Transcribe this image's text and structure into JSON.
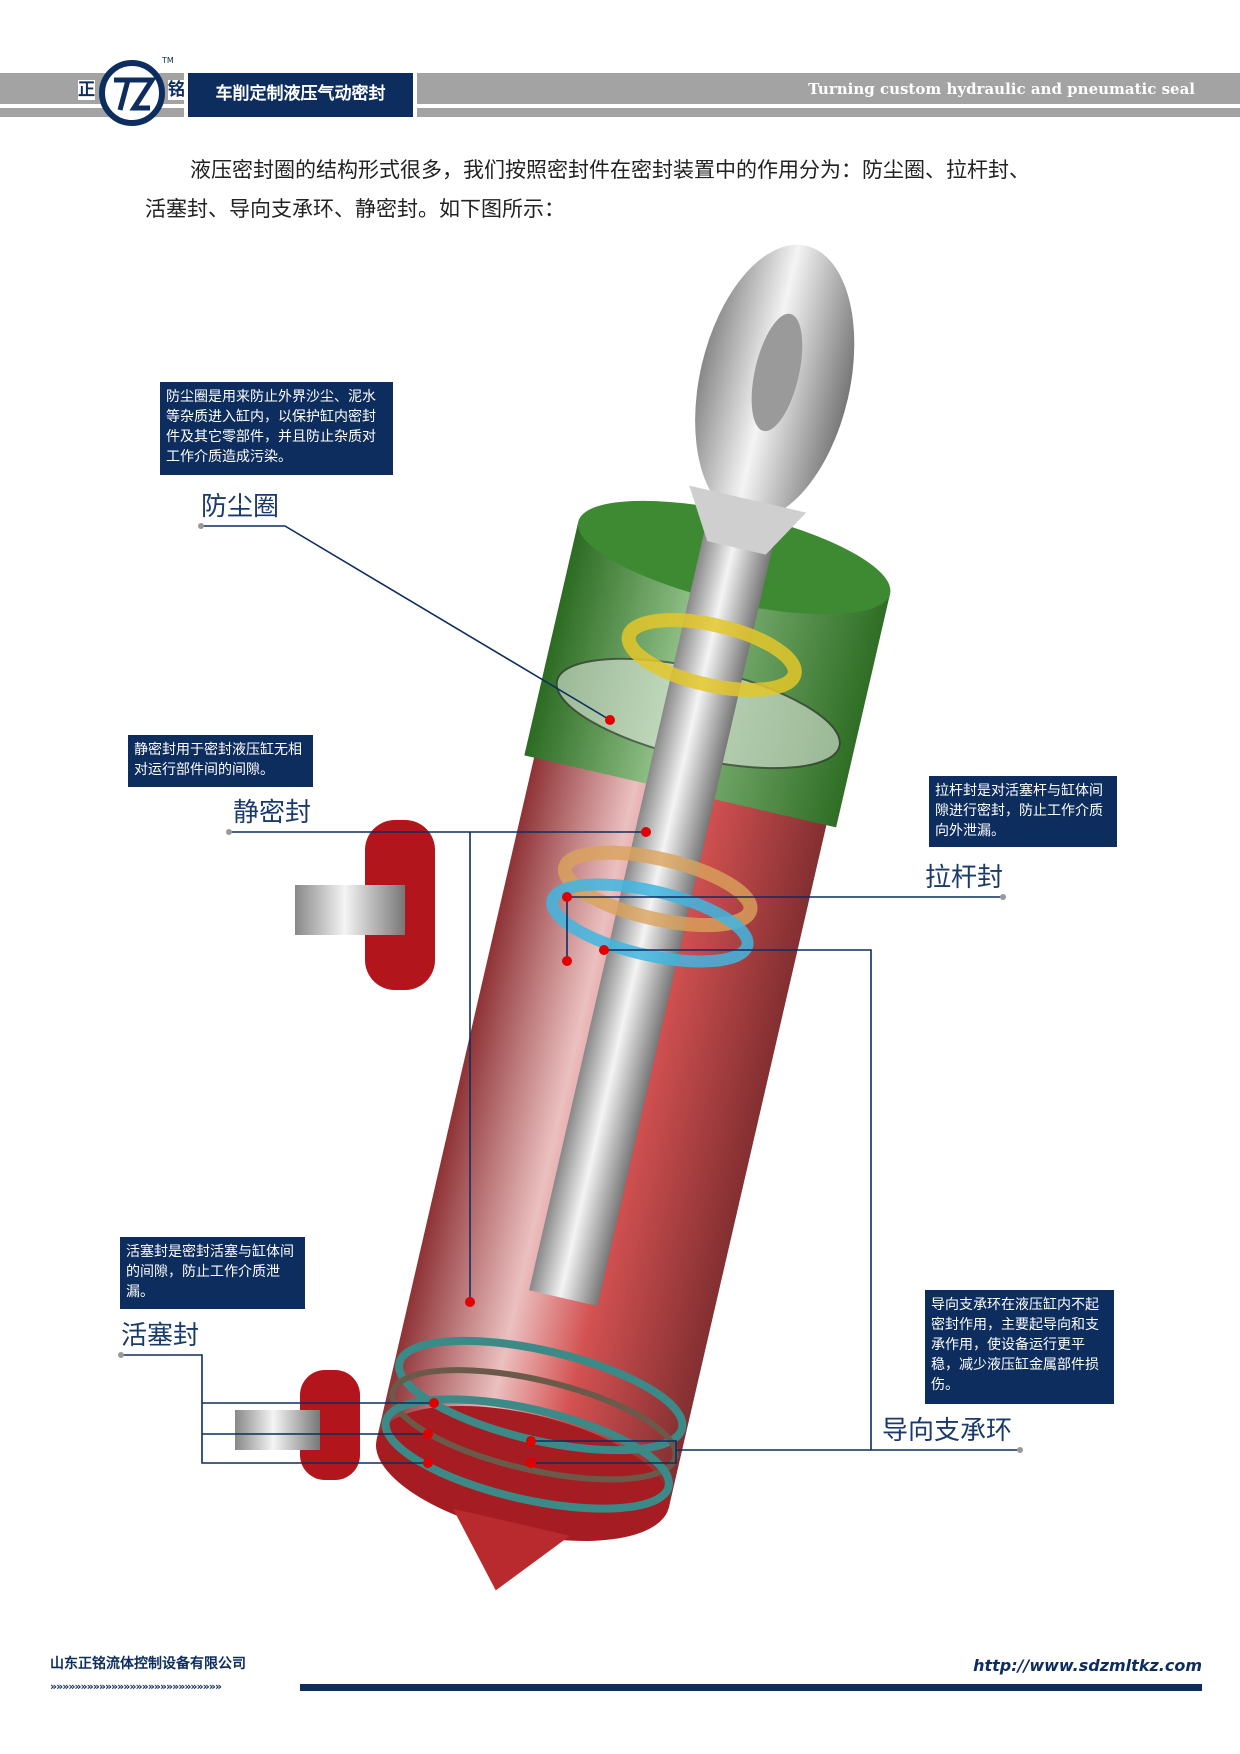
{
  "header": {
    "brand_left": "正",
    "brand_right": "铭",
    "logo_mark": "TZ",
    "tm": "TM",
    "title_cn": "车削定制液压气动密封",
    "title_en": "Turning custom hydraulic and pneumatic seal"
  },
  "intro": {
    "line1": "液压密封圈的结构形式很多，我们按照密封件在密封装置中的作用分为：防尘圈、拉杆封、",
    "line2": "活塞封、导向支承环、静密封。如下图所示："
  },
  "callouts": [
    {
      "label": "防尘圈",
      "text": "防尘圈是用来防止外界沙尘、泥水等杂质进入缸内，以保护缸内密封件及其它零部件，并且防止杂质对工作介质造成污染。"
    },
    {
      "label": "静密封",
      "text": "静密封用于密封液压缸无相对运行部件间的间隙。"
    },
    {
      "label": "拉杆封",
      "text": "拉杆封是对活塞杆与缸体间隙进行密封，防止工作介质向外泄漏。"
    },
    {
      "label": "活塞封",
      "text": "活塞封是密封活塞与缸体间的间隙，防止工作介质泄漏。"
    },
    {
      "label": "导向支承环",
      "text": "导向支承环在液压缸内不起密封作用，主要起导向和支承作用，使设备运行更平稳，减少液压缸金属部件损伤。"
    }
  ],
  "footer": {
    "company": "山东正铭流体控制设备有限公司",
    "url": "http://www.sdzmltkz.com",
    "arrows": "»»»»»»»»»»»»»»»»»»»»»»»»»»»»"
  },
  "colors": {
    "navy": "#0d2d5e",
    "gray": "#a3a3a3",
    "marker": "#e00000"
  }
}
